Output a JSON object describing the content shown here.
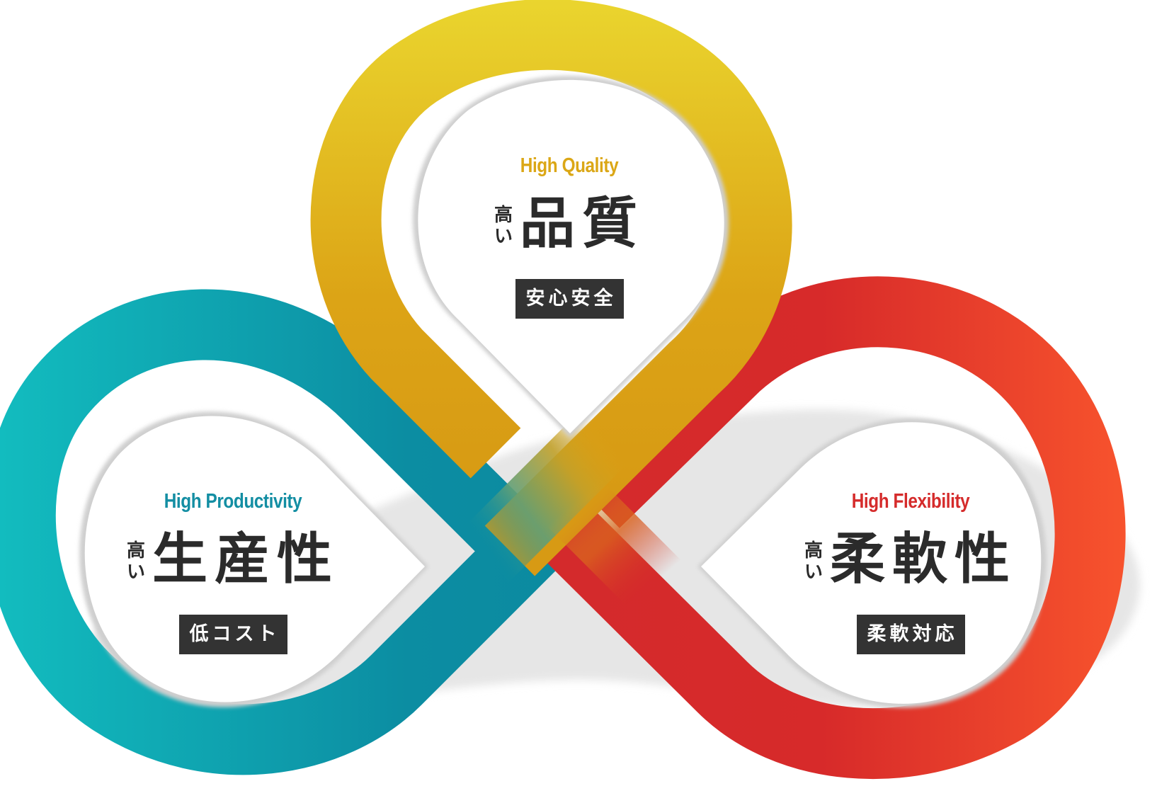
{
  "colors": {
    "quality": "#d9a112",
    "productivity": "#1a8fa3",
    "flexibility": "#d42d2d",
    "tag_bg": "#333333",
    "text_dark": "#2b2b2b"
  },
  "loops": {
    "quality": {
      "en": "High Quality",
      "prefix_1": "高",
      "prefix_2": "い",
      "main": "品質",
      "tag": "安心安全"
    },
    "productivity": {
      "en": "High Productivity",
      "prefix_1": "高",
      "prefix_2": "い",
      "main": "生産性",
      "tag": "低コスト"
    },
    "flexibility": {
      "en": "High Flexibility",
      "prefix_1": "高",
      "prefix_2": "い",
      "main": "柔軟性",
      "tag": "柔軟対応"
    }
  }
}
